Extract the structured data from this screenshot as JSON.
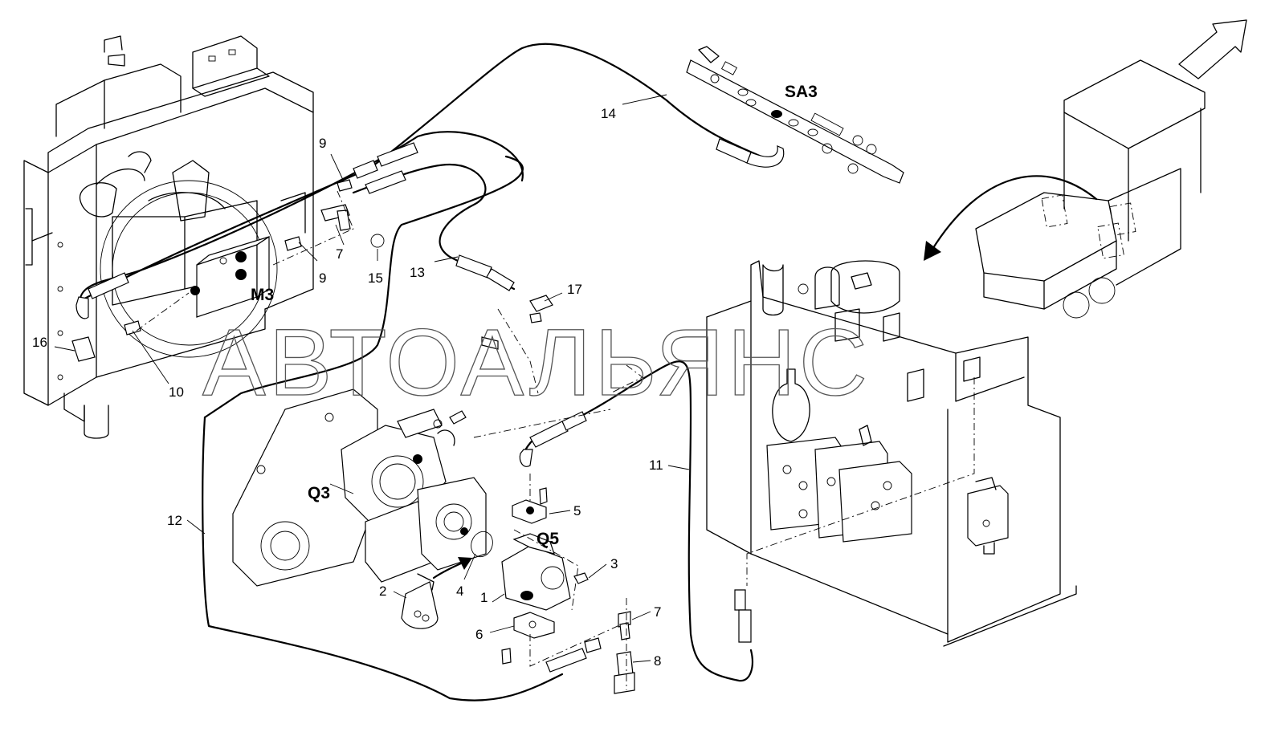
{
  "watermark": "АВТОАЛЬЯНС",
  "codes": {
    "sa3": "SA3",
    "m3": "M3",
    "q3": "Q3",
    "q5": "Q5"
  },
  "callouts": {
    "c1": "1",
    "c2": "2",
    "c3": "3",
    "c4": "4",
    "c5": "5",
    "c6": "6",
    "c7a": "7",
    "c7b": "7",
    "c8": "8",
    "c9a": "9",
    "c9b": "9",
    "c10": "10",
    "c11": "11",
    "c12": "12",
    "c13": "13",
    "c14": "14",
    "c15": "15",
    "c16": "16",
    "c17": "17"
  }
}
